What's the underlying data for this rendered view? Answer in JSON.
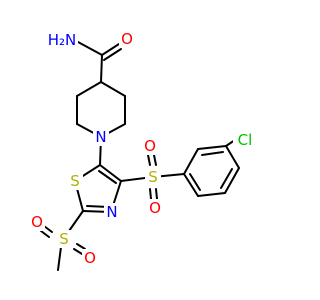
{
  "molecule": {
    "background": "#ffffff",
    "bond_color": "#000000",
    "element_colors": {
      "N": "#0000ff",
      "O": "#ff0000",
      "S": "#b2b200",
      "Cl": "#00c000"
    },
    "atoms": {
      "amide_n": "H₂N",
      "amide_o": "O",
      "ring_n": "N",
      "thiazole_s": "S",
      "thiazole_n": "N",
      "sulfonyl_s_aryl": "S",
      "sulfonyl_o_top": "O",
      "sulfonyl_o_bottom": "O",
      "sulfonyl_s_methyl": "S",
      "methyl_o_right": "O",
      "methyl_o_left": "O",
      "chlorine": "Cl"
    }
  }
}
